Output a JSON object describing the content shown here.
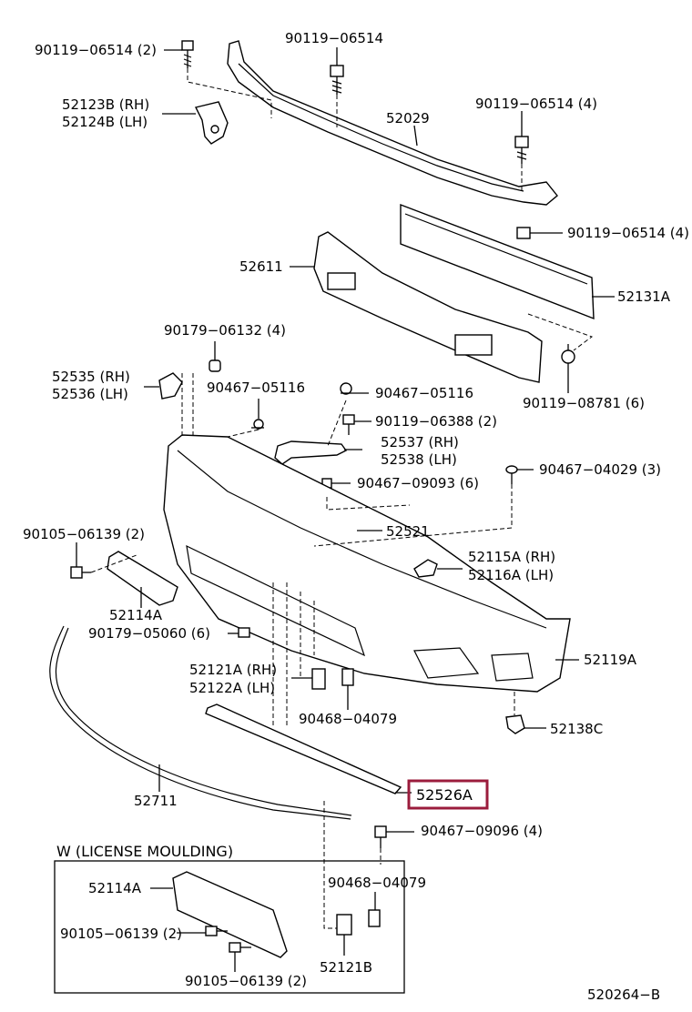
{
  "labels": {
    "l_90119_06514_2": "90119−06514 (2)",
    "l_90119_06514": "90119−06514",
    "l_52123b": "52123B (RH)",
    "l_52124b": "52124B (LH)",
    "l_52029": "52029",
    "l_90119_06514_4a": "90119−06514 (4)",
    "l_90119_06514_4b": "90119−06514 (4)",
    "l_52611": "52611",
    "l_52131a": "52131A",
    "l_90179_06132": "90179−06132 (4)",
    "l_90119_08781": "90119−08781 (6)",
    "l_52535": "52535 (RH)",
    "l_52536": "52536 (LH)",
    "l_90467_05116a": "90467−05116",
    "l_90467_05116b": "90467−05116",
    "l_90119_06388": "90119−06388 (2)",
    "l_52537": "52537 (RH)",
    "l_52538": "52538 (LH)",
    "l_90467_09093": "90467−09093 (6)",
    "l_90467_04029": "90467−04029 (3)",
    "l_90105_06139_a": "90105−06139 (2)",
    "l_52521": "52521",
    "l_52115a": "52115A (RH)",
    "l_52116a": "52116A (LH)",
    "l_52114a_a": "52114A",
    "l_90179_05060": "90179−05060 (6)",
    "l_52119a": "52119A",
    "l_52121a": "52121A (RH)",
    "l_52122a": "52122A (LH)",
    "l_90468_04079_a": "90468−04079",
    "l_52138c": "52138C",
    "l_52711": "52711",
    "l_52526a": "52526A",
    "l_90467_09096": "90467−09096 (4)",
    "l_w_license": "W (LICENSE MOULDING)",
    "l_52114a_b": "52114A",
    "l_90468_04079_b": "90468−04079",
    "l_90105_06139_b": "90105−06139 (2)",
    "l_90105_06139_c": "90105−06139 (2)",
    "l_52121b": "52121B",
    "l_code": "520264−B"
  },
  "highlight": {
    "label": "52526A",
    "color": "#9b1c3c"
  }
}
